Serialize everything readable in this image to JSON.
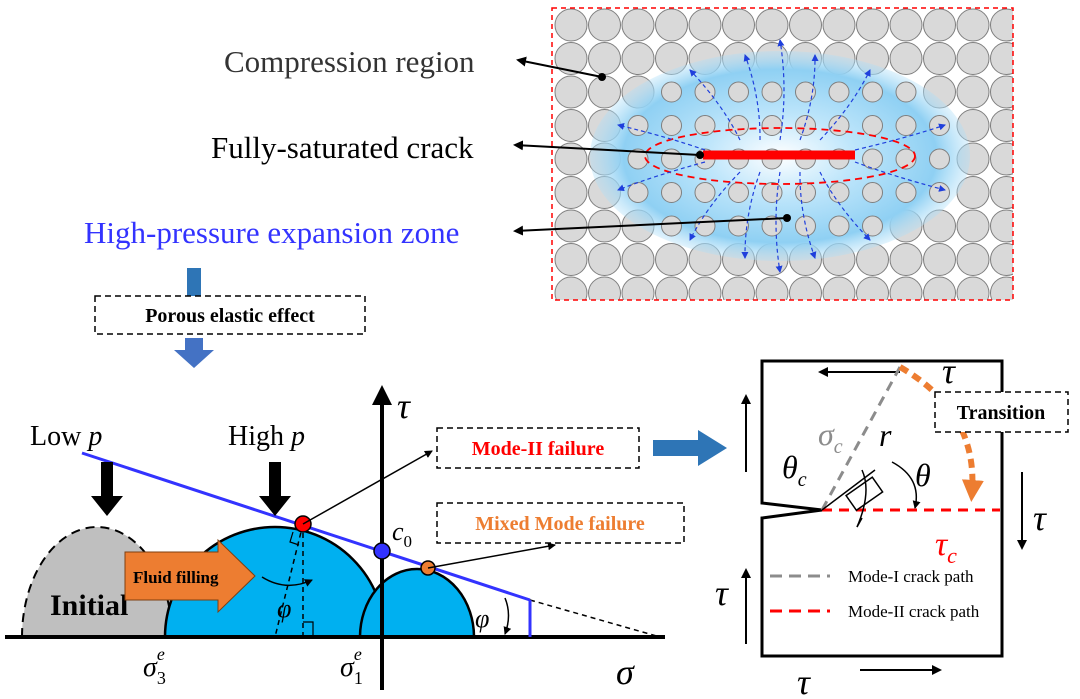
{
  "labels": {
    "compression_region": "Compression region",
    "saturated_crack": "Fully-saturated crack",
    "expansion_zone": "High-pressure expansion zone",
    "porous_effect": "Porous elastic effect",
    "low_p_prefix": "Low ",
    "low_p_var": "p",
    "high_p_prefix": "High ",
    "high_p_var": "p",
    "mode2_failure": "Mode-II failure",
    "mixed_failure": "Mixed Mode failure",
    "initial": "Initial",
    "fluid_filling": "Fluid filling",
    "tau_axis": "τ",
    "sigma_axis": "σ",
    "c0": "c",
    "c0_sub": "0",
    "phi": "φ",
    "sigma3e": "σ",
    "sigma3e_sub": "3",
    "sigma3e_sup": "e",
    "sigma1e": "σ",
    "sigma1e_sub": "1",
    "sigma1e_sup": "e",
    "transition": "Transition",
    "sigma_c": "σ",
    "sigma_c_sub": "c",
    "tau_c": "τ",
    "tau_c_sub": "c",
    "theta_c": "θ",
    "theta_c_sub": "c",
    "theta": "θ",
    "r": "r",
    "tau": "τ",
    "legend_mode1": "Mode-I crack path",
    "legend_mode2": "Mode-II crack path"
  },
  "colors": {
    "grain_fill": "#d9d9d9",
    "grain_stroke": "#7f7f7f",
    "fluid_blue": "#00b0f0",
    "envelope_blue": "#3333ff",
    "red_dot": "#ff0000",
    "orange_dot": "#ed7d31",
    "initial_gray": "#bfbfbf",
    "arrow_blue": "#2e75b6",
    "transition_orange": "#ed7d31",
    "mode2_red": "#ff0000",
    "mode1_gray": "#8c8c8c",
    "expansion_text": "#3333ff",
    "mode2_text": "#ff0000",
    "mixed_text": "#ed7d31"
  }
}
